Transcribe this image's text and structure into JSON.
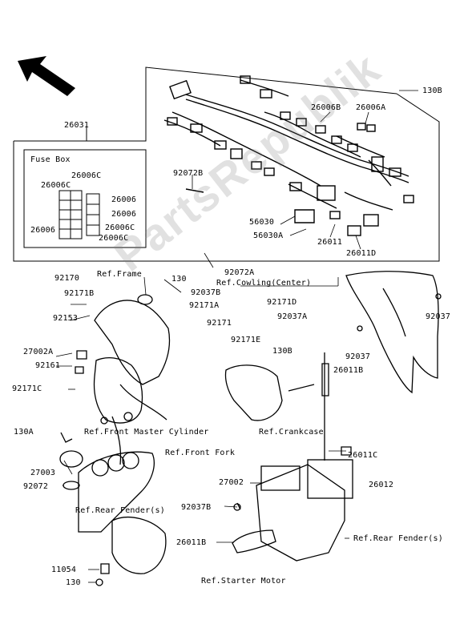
{
  "colors": {
    "line": "#000000",
    "part_fill": "#ffffff",
    "shade": "#555555",
    "watermark": "#8a8a8a"
  },
  "icons": {
    "front_arrow": "arrow-icon"
  },
  "watermark": "PartsRepublik",
  "fuse_box": {
    "title": "Fuse Box",
    "labels": [
      "26006C",
      "26006C",
      "26006",
      "26006",
      "26006C",
      "26006",
      "26006C"
    ]
  },
  "labels": {
    "p26031": "26031",
    "p130B_top": "130B",
    "p26006B": "26006B",
    "p26006A": "26006A",
    "p92072B": "92072B",
    "p56030": "56030",
    "p56030A": "56030A",
    "p26011": "26011",
    "p26011D": "26011D",
    "p92072A": "92072A",
    "ref_cowling": "Ref.Cowling(Center)",
    "p92037_r": "92037",
    "p92037_r2": "92037",
    "p92170": "92170",
    "ref_frame": "Ref.Frame",
    "p130_a": "130",
    "p92037B_a": "92037B",
    "p92171A": "92171A",
    "p92171B": "92171B",
    "p92171D": "92171D",
    "p92153": "92153",
    "p92171": "92171",
    "p92037A": "92037A",
    "p92171E": "92171E",
    "p27002A": "27002A",
    "p92161": "92161",
    "p130B_mid": "130B",
    "p26011B": "26011B",
    "p92171C": "92171C",
    "ref_crankcase": "Ref.Crankcase",
    "p130A": "130A",
    "ref_master_cyl": "Ref.Front Master Cylinder",
    "ref_front_fork": "Ref.Front Fork",
    "p26011C": "26011C",
    "p27003": "27003",
    "p92072": "92072",
    "p27002": "27002",
    "p26012": "26012",
    "ref_rear_fender_l": "Ref.Rear Fender(s)",
    "p92037B_b": "92037B",
    "ref_rear_fender_r": "Ref.Rear Fender(s)",
    "p26011B_b": "26011B",
    "p11054": "11054",
    "p130_b": "130",
    "ref_starter": "Ref.Starter Motor"
  }
}
